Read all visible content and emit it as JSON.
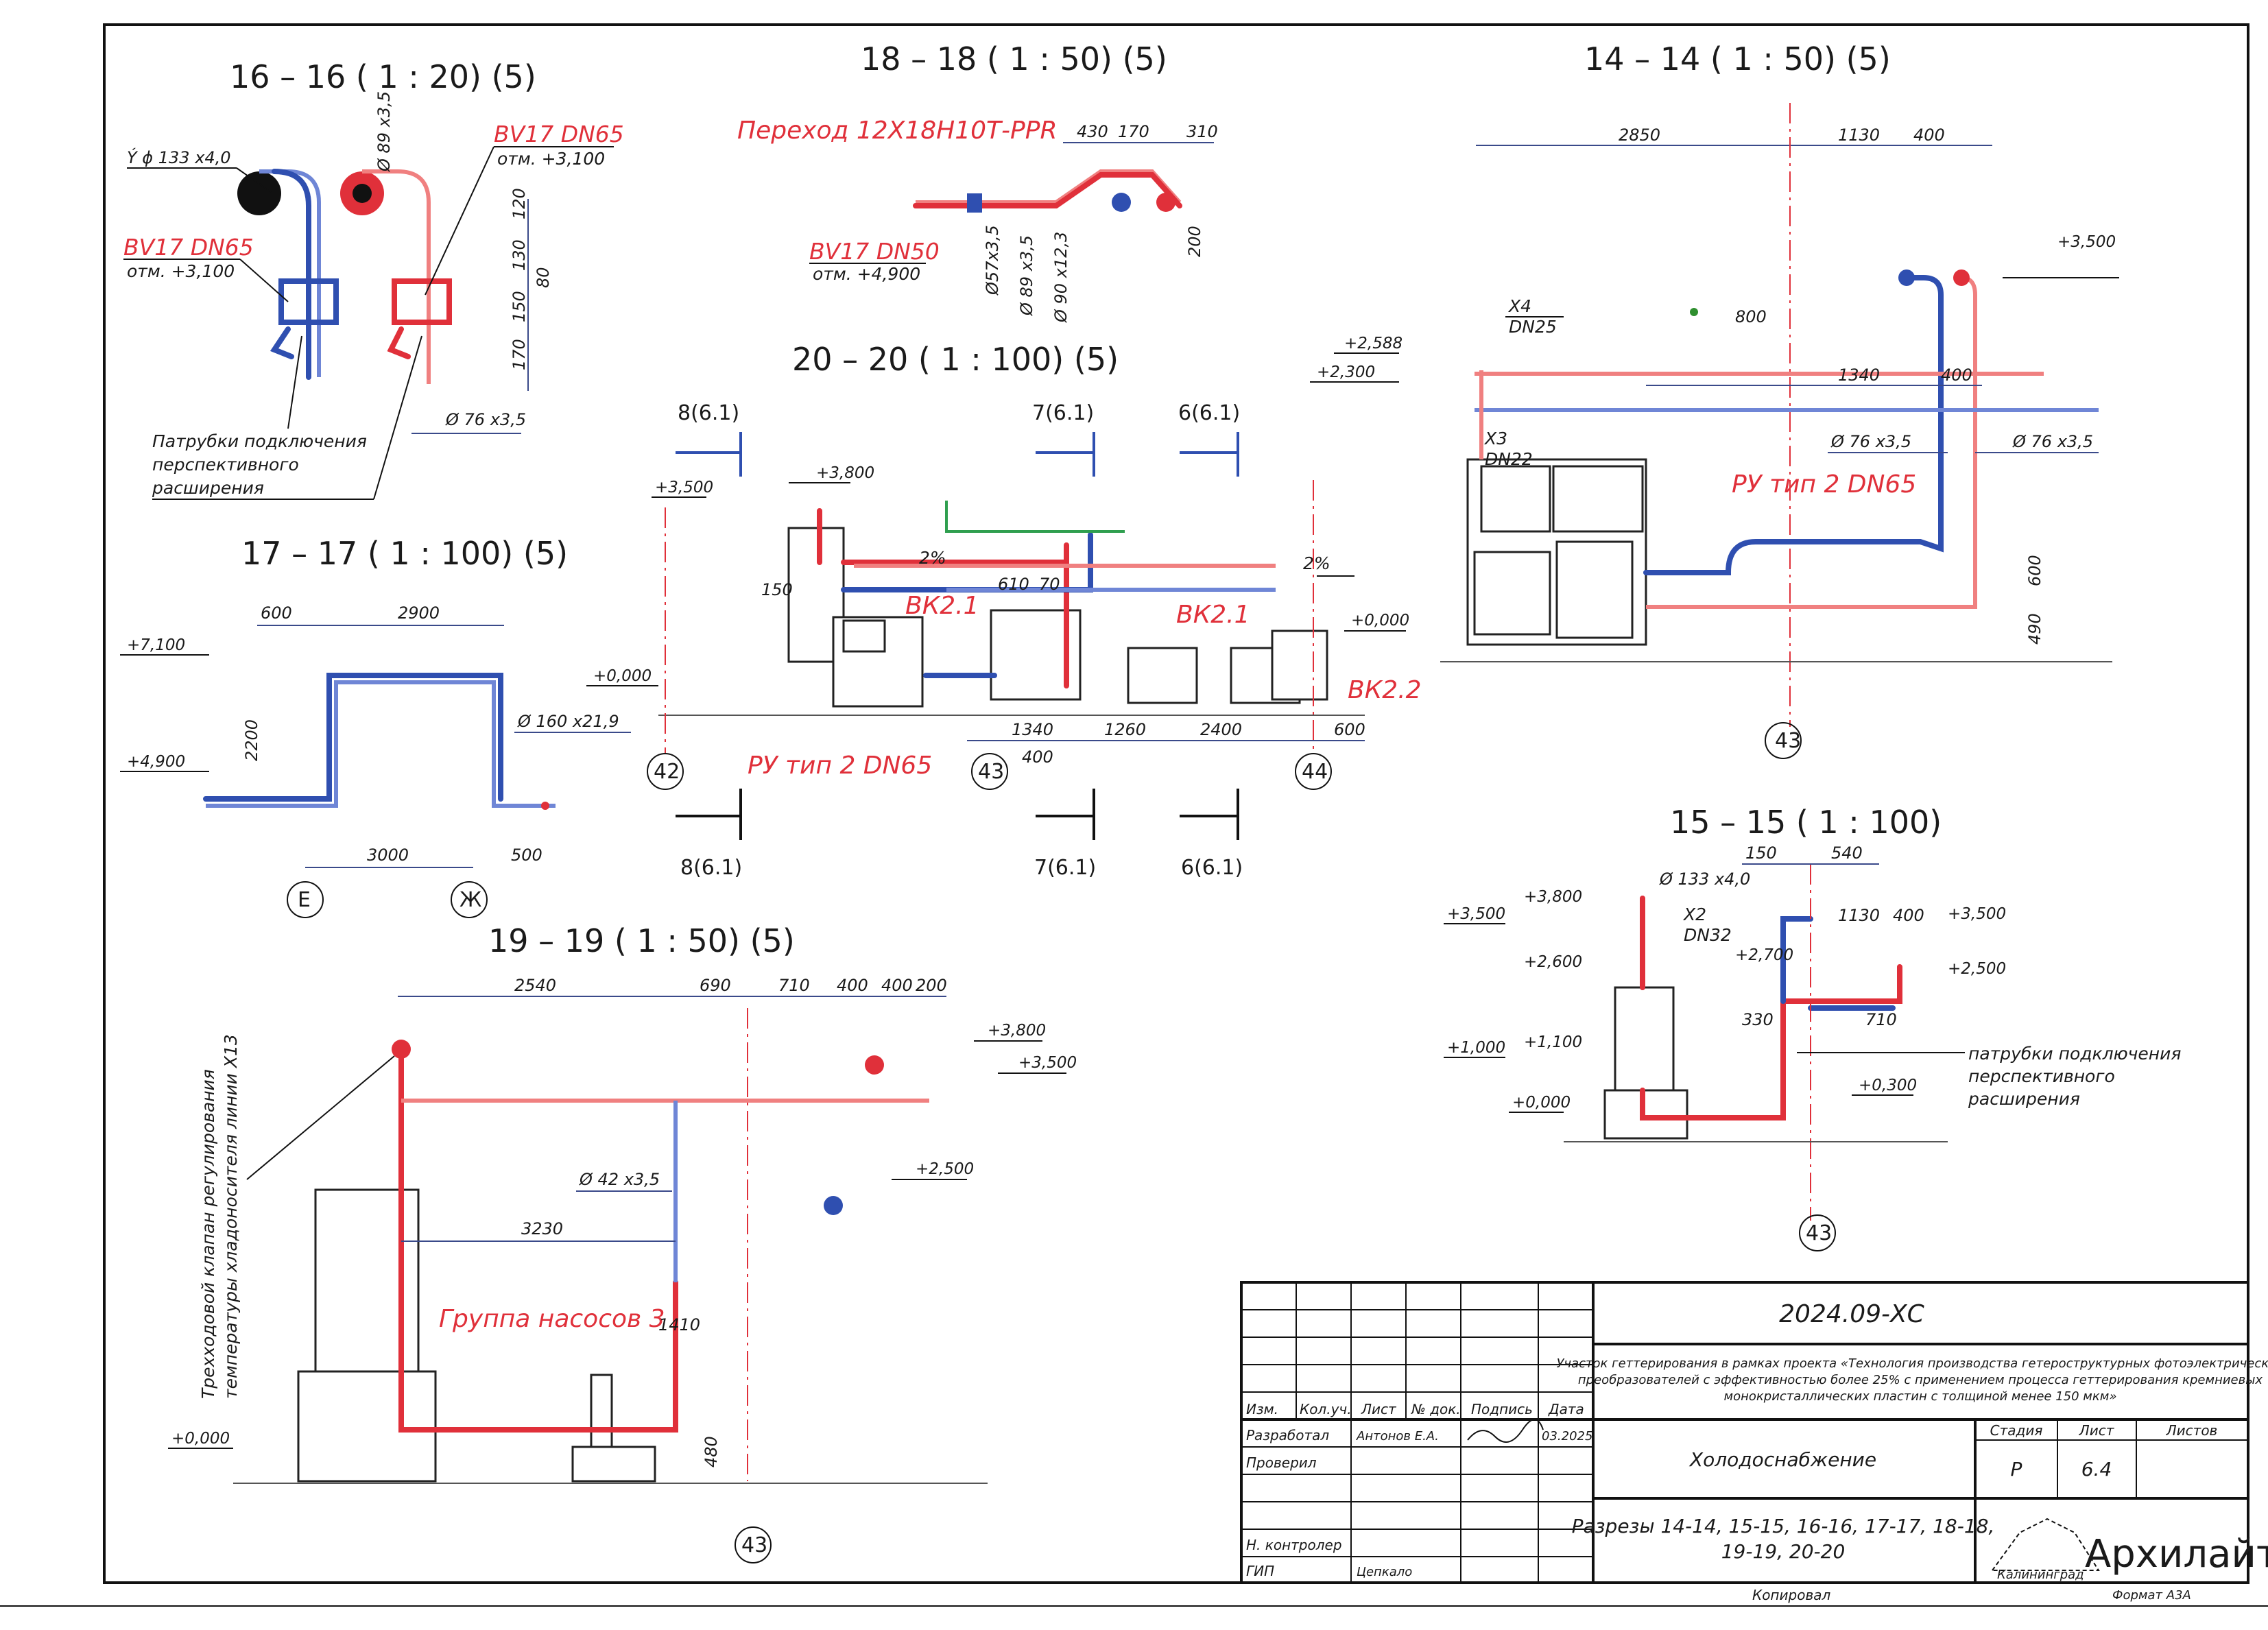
{
  "sections": {
    "s16": {
      "title": "16 – 16 ( 1 : 20) (5)",
      "pipe_label": "Ý ϕ 133 x4,0",
      "valve_left": "BV17 DN65",
      "valve_left_level": "отм. +3,100",
      "valve_right": "BV17 DN65",
      "valve_right_level": "отм. +3,100",
      "d1": "Ø 89 x3,5",
      "d2": "Ø 76 x3,5",
      "dims": [
        "120",
        "130",
        "150",
        "170",
        "80"
      ],
      "note": [
        "Патрубки подключения",
        "перспективного",
        "расширения"
      ]
    },
    "s18": {
      "title": "18 – 18 ( 1 : 50) (5)",
      "transition": "Переход  12Х18Н10Т-PPR",
      "valve": "BV17 DN50",
      "valve_level": "отм. +4,900",
      "dims": [
        "430",
        "170",
        "310",
        "200"
      ],
      "diams": [
        "Ø57x3,5",
        "Ø 89 x3,5",
        "Ø 90 x12,3"
      ]
    },
    "s14": {
      "title": "14 – 14 ( 1 : 50) (5)",
      "dims": [
        "2850",
        "1130",
        "400",
        "800",
        "1340",
        "400",
        "600",
        "490"
      ],
      "levels": [
        "+3,500",
        "+2,588",
        "+2,300",
        "+0,000"
      ],
      "x4": "X4",
      "x4dn": "DN25",
      "x3": "X3",
      "x3dn": "DN22",
      "d1": "Ø 76 x3,5",
      "d2": "Ø 76 x3,5",
      "ru": "РУ тип 2 DN65",
      "axis": "43"
    },
    "s17": {
      "title": "17 – 17 ( 1 : 100) (5)",
      "dims": [
        "600",
        "2900",
        "2200",
        "3000",
        "500"
      ],
      "levels": [
        "+7,100",
        "+4,900"
      ],
      "diam": "Ø 160 x21,9",
      "axes": [
        "Е",
        "Ж"
      ]
    },
    "s20": {
      "title": "20 – 20 ( 1 : 100) (5)",
      "cuts": [
        "8(6.1)",
        "7(6.1)",
        "6(6.1)",
        "8(6.1)",
        "7(6.1)",
        "6(6.1)"
      ],
      "levels": [
        "+3,500",
        "+3,800",
        "+0,000"
      ],
      "dims": [
        "150",
        "610",
        "70",
        "1340",
        "400",
        "1260",
        "2400",
        "600"
      ],
      "slope1": "2%",
      "slope2": "2%",
      "bk1": "ВК2.1",
      "bk2": "ВК2.1",
      "bk3": "ВК2.2",
      "ru": "РУ тип 2 DN65",
      "axes": [
        "42",
        "43",
        "44"
      ]
    },
    "s15": {
      "title": "15 – 15 ( 1 : 100)",
      "dims": [
        "150",
        "540",
        "1130",
        "400",
        "330",
        "710"
      ],
      "levels": [
        "+3,500",
        "+3,800",
        "+2,600",
        "+2,700",
        "+1,000",
        "+1,100",
        "+0,000",
        "+3,500",
        "+2,500",
        "+0,300"
      ],
      "diam": "Ø 133 x4,0",
      "x2": "X2",
      "x2dn": "DN32",
      "note": [
        "патрубки подключения",
        "перспективного",
        "расширения"
      ],
      "axis": "43"
    },
    "s19": {
      "title": "19 – 19 ( 1 : 50) (5)",
      "dims": [
        "2540",
        "690",
        "710",
        "400",
        "400",
        "200",
        "3230",
        "1410",
        "480"
      ],
      "levels": [
        "+3,800",
        "+3,500",
        "+2,500",
        "+0,000"
      ],
      "diam": "Ø 42 x3,5",
      "group": "Группа насосов 3",
      "note": [
        "Трехходовой клапан регулирования",
        "температуры хладоносителя линии Х13"
      ],
      "axis": "43"
    }
  },
  "title_block": {
    "code": "2024.09-ХС",
    "project": [
      "Участок геттерирования в рамках проекта «Технология производства гетероструктурных фотоэлектрических",
      "преобразователей с эффективностью более 25% с применением процесса геттерирования кремниевых",
      "монокристаллических пластин с толщиной менее 150 мкм»"
    ],
    "headers": [
      "Изм.",
      "Кол.уч.",
      "Лист",
      "№ док.",
      "Подпись",
      "Дата"
    ],
    "roles": [
      "Разработал",
      "Проверил",
      "Н. контролер",
      "ГИП"
    ],
    "names": [
      "Антонов Е.А.",
      "Цепкало"
    ],
    "date": "03.2025",
    "section_name": "Холодоснабжение",
    "sheet_title": [
      "Разрезы 14-14, 15-15, 16-16, 17-17, 18-18,",
      "19-19, 20-20"
    ],
    "stage_h": "Стадия",
    "sheet_h": "Лист",
    "sheets_h": "Листов",
    "stage": "Р",
    "sheet": "6.4",
    "logo": "Архилайт",
    "logo_sub": "Калининград",
    "copied": "Копировал",
    "format": "Формат А3А"
  }
}
